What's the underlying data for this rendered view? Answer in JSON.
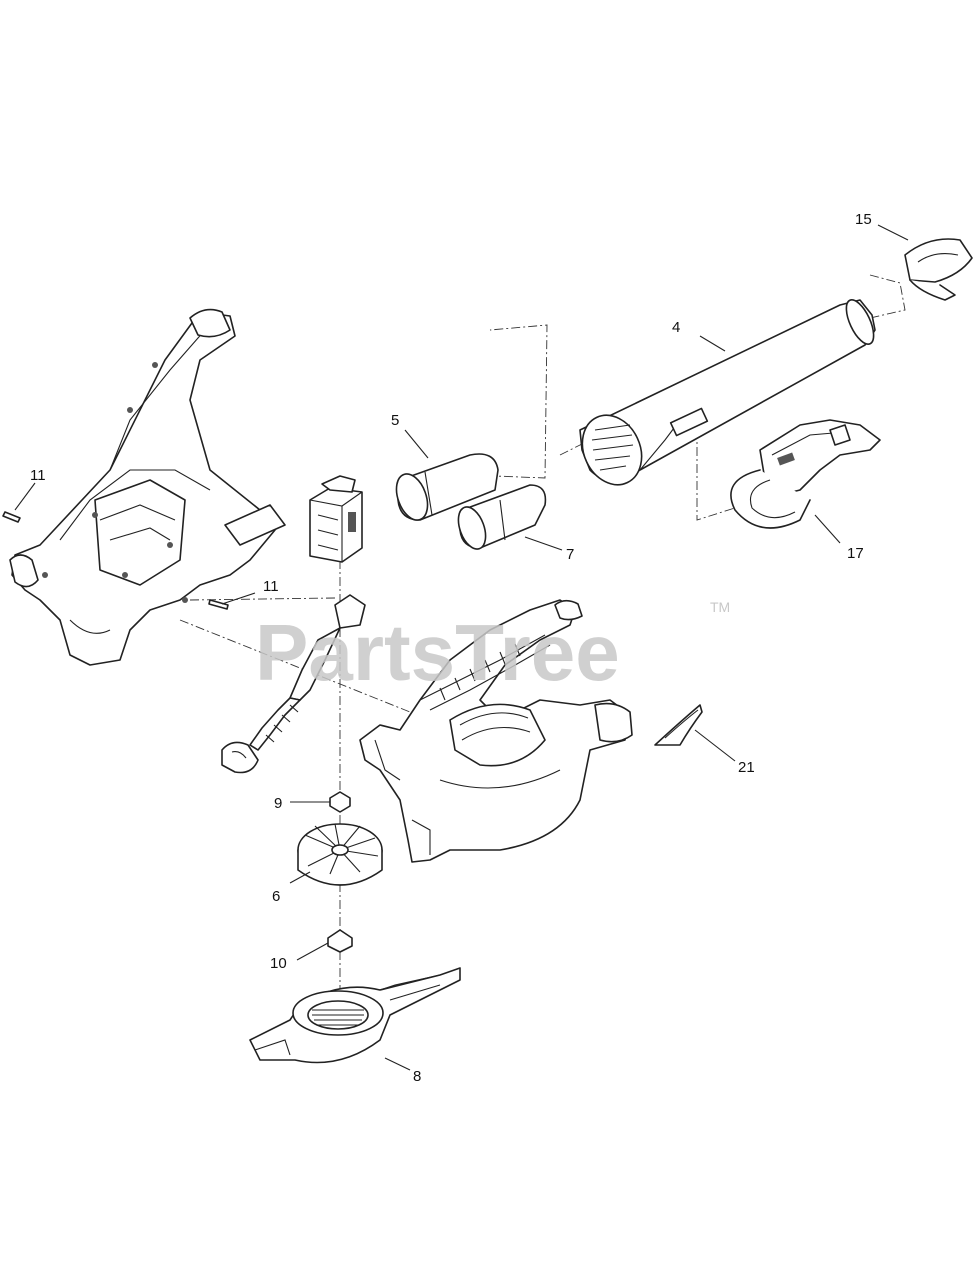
{
  "watermark": {
    "text": "PartsTree",
    "trademark": "TM"
  },
  "callouts": [
    {
      "id": "4",
      "text": "4"
    },
    {
      "id": "5",
      "text": "5"
    },
    {
      "id": "6",
      "text": "6"
    },
    {
      "id": "7",
      "text": "7"
    },
    {
      "id": "8",
      "text": "8"
    },
    {
      "id": "9",
      "text": "9"
    },
    {
      "id": "10",
      "text": "10"
    },
    {
      "id": "11a",
      "text": "11"
    },
    {
      "id": "11b",
      "text": "11"
    },
    {
      "id": "15",
      "text": "15"
    },
    {
      "id": "17",
      "text": "17"
    },
    {
      "id": "21",
      "text": "21"
    }
  ]
}
